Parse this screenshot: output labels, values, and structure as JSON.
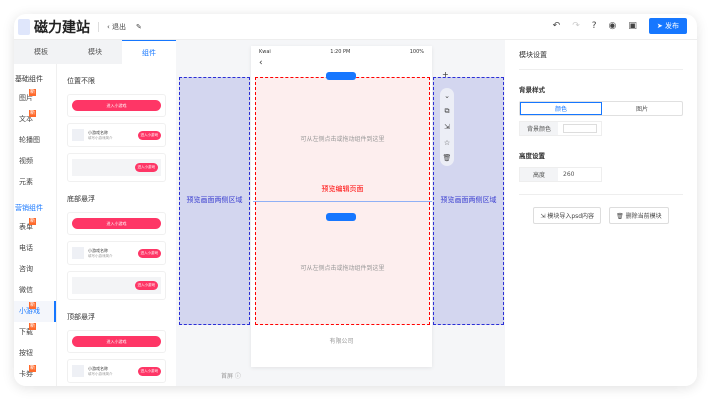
{
  "header": {
    "brand": "磁力建站",
    "exit": "退出",
    "publish": "发布"
  },
  "tabs": [
    "模板",
    "模块",
    "组件"
  ],
  "nav": {
    "basic_title": "基础组件",
    "basic_items": [
      "图片",
      "文本",
      "轮播图",
      "视频",
      "元素"
    ],
    "basic_new": [
      true,
      true,
      false,
      false,
      false
    ],
    "marketing_title": "营销组件",
    "marketing_items": [
      "表单",
      "电话",
      "咨询",
      "微信",
      "小游戏",
      "下载",
      "按钮",
      "卡券"
    ],
    "marketing_new": [
      true,
      false,
      false,
      false,
      true,
      true,
      false,
      true
    ],
    "active": "小游戏",
    "new_badge": "新"
  },
  "sections": [
    {
      "title": "位置不限"
    },
    {
      "title": "底部悬浮"
    },
    {
      "title": "顶部悬浮"
    }
  ],
  "card": {
    "pill": "进入小游戏",
    "title": "小游戏名称",
    "desc": "填写小游戏简介",
    "btn": "进入小游戏"
  },
  "canvas": {
    "status_left": "Kwai",
    "status_time": "1:20 PM",
    "status_right": "100%",
    "placeholder": "可从左侧点击或拖动组件到这里",
    "edit_label": "预览编辑页面",
    "side_label": "预览画面两侧区域",
    "footer": "有限公司",
    "first_screen": "首屏"
  },
  "panel": {
    "title": "模块设置",
    "bg_title": "背景样式",
    "bg_options": [
      "颜色",
      "图片"
    ],
    "bg_color_label": "背景颜色",
    "height_title": "高度设置",
    "height_label": "高度",
    "height_value": "260",
    "import_btn": "模块导入psd内容",
    "delete_btn": "删除当前模块"
  },
  "colors": {
    "accent": "#1677ff",
    "pill": "#fe3666",
    "new": "#ff6a2c"
  }
}
